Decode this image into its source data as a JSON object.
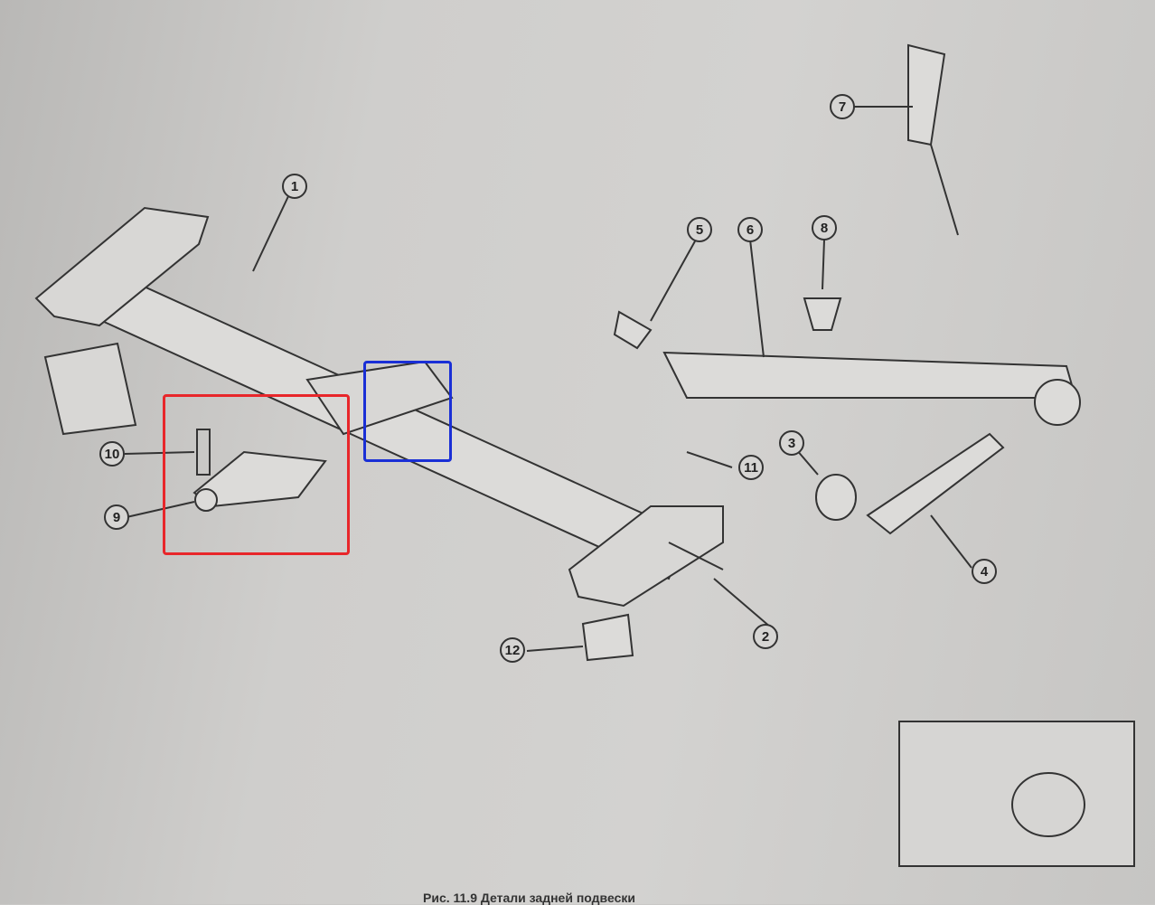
{
  "figure": {
    "caption": "Рис. 11.9 Детали задней подвески",
    "callouts": [
      "1",
      "2",
      "3",
      "4",
      "5",
      "6",
      "7",
      "8",
      "9",
      "10",
      "11",
      "12"
    ]
  },
  "highlights": {
    "red": "#e8262a",
    "blue": "#1a2fd6"
  }
}
